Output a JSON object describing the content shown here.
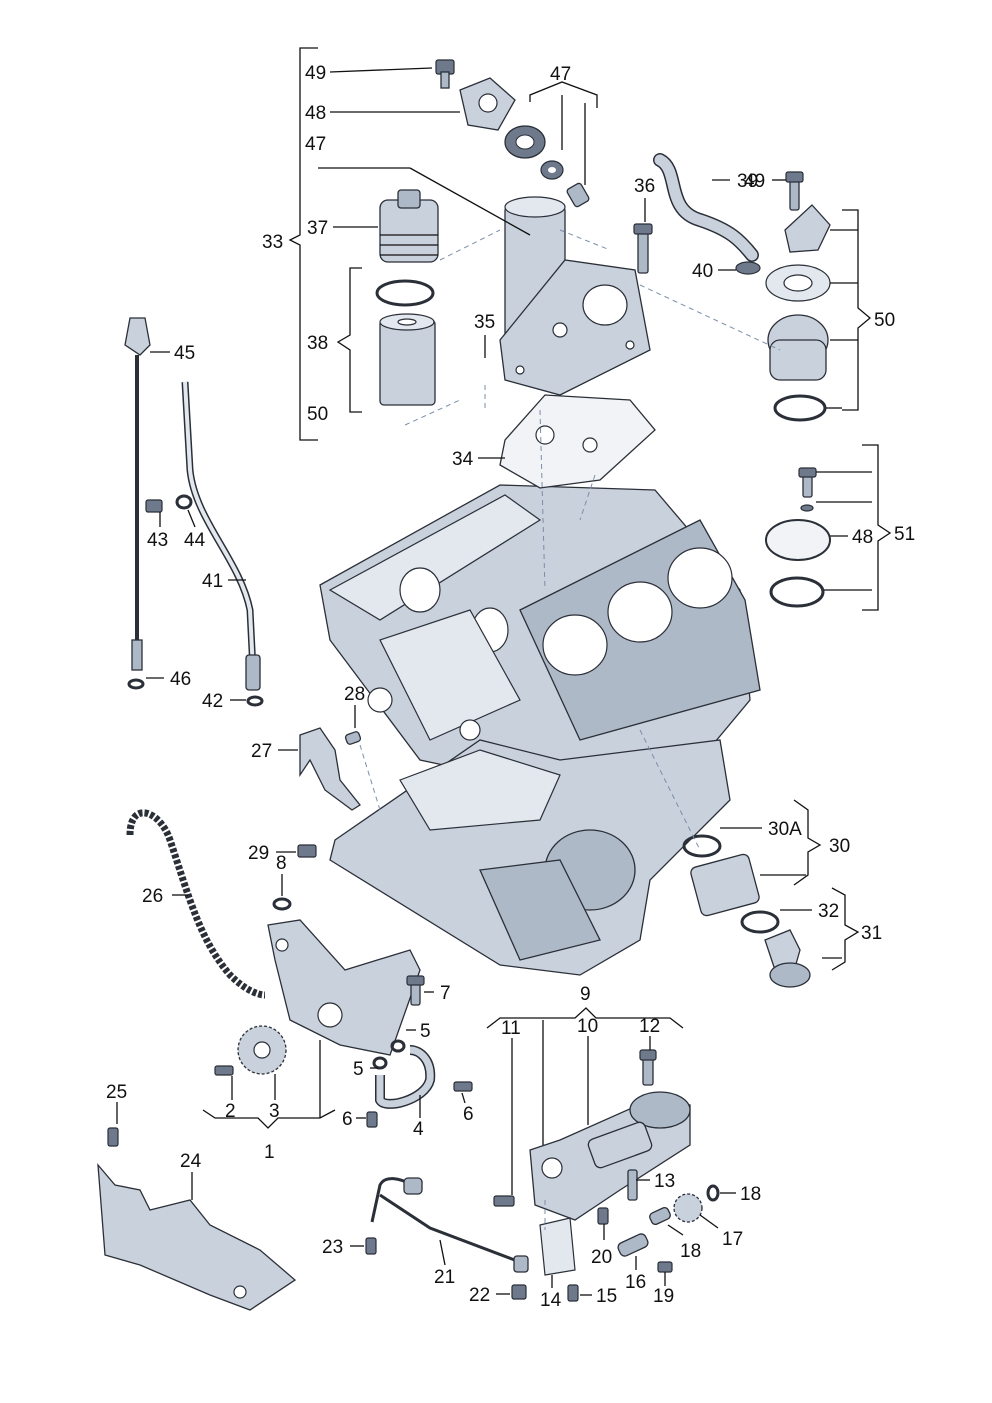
{
  "labels": {
    "l49a": "49",
    "l48": "48",
    "l47a": "47",
    "l47b": "47",
    "l33": "33",
    "l37": "37",
    "l38": "38",
    "l50a": "50",
    "l35": "35",
    "l34": "34",
    "l36": "36",
    "l39": "39",
    "l49b": "49",
    "l40": "40",
    "l50b": "50",
    "l45": "45",
    "l43": "43",
    "l44": "44",
    "l41": "41",
    "l46": "46",
    "l42": "42",
    "l48b": "48",
    "l51": "51",
    "l28": "28",
    "l27": "27",
    "l29": "29",
    "l30a": "30A",
    "l30": "30",
    "l32": "32",
    "l31": "31",
    "l26": "26",
    "l8": "8",
    "l7": "7",
    "l5a": "5",
    "l5b": "5",
    "l6a": "6",
    "l6b": "6",
    "l2": "2",
    "l3": "3",
    "l4": "4",
    "l1": "1",
    "l9": "9",
    "l11": "11",
    "l10": "10",
    "l12": "12",
    "l13": "13",
    "l18a": "18",
    "l18b": "18",
    "l17": "17",
    "l20": "20",
    "l16": "16",
    "l19": "19",
    "l15": "15",
    "l14": "14",
    "l25": "25",
    "l24": "24",
    "l23": "23",
    "l21": "21",
    "l22": "22"
  }
}
